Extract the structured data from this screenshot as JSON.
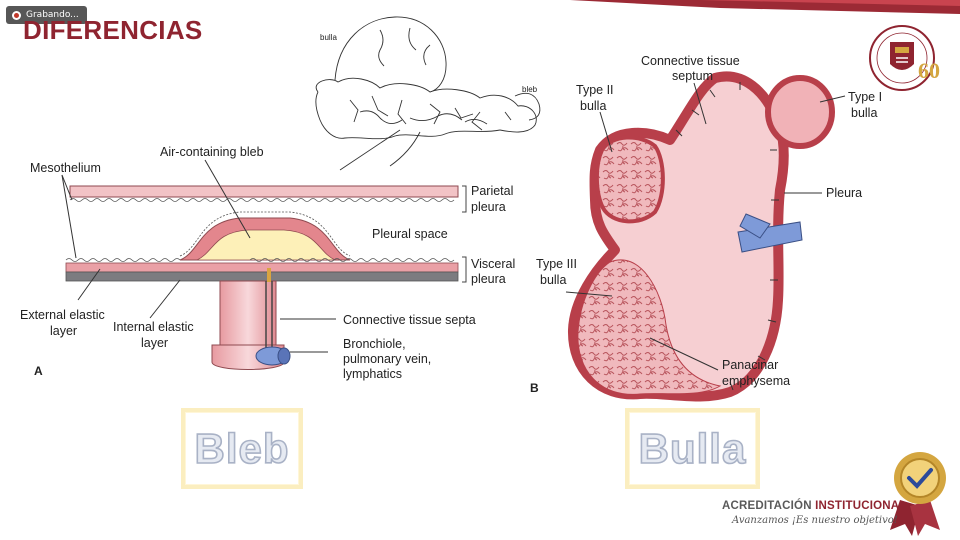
{
  "recording": {
    "label": "Grabando..."
  },
  "slide": {
    "title": "DIFERENCIAS"
  },
  "sketch": {
    "bulla_label": "bulla",
    "bleb_label": "bleb"
  },
  "panel_a": {
    "panel_letter": "A",
    "labels": {
      "mesothelium": "Mesothelium",
      "air_bleb": "Air-containing bleb",
      "parietal_1": "Parietal",
      "parietal_2": "pleura",
      "pleural_space": "Pleural space",
      "visceral_1": "Visceral",
      "visceral_2": "pleura",
      "ext_elastic_1": "External elastic",
      "ext_elastic_2": "layer",
      "int_elastic_1": "Internal elastic",
      "int_elastic_2": "layer",
      "ct_septa": "Connective tissue septa",
      "bronch_1": "Bronchiole,",
      "bronch_2": "pulmonary vein,",
      "bronch_3": "lymphatics"
    }
  },
  "panel_b": {
    "panel_letter": "B",
    "labels": {
      "ct_septum_1": "Connective tissue",
      "ct_septum_2": "septum",
      "type2_1": "Type II",
      "type2_2": "bulla",
      "type1_1": "Type I",
      "type1_2": "bulla",
      "pleura": "Pleura",
      "type3_1": "Type III",
      "type3_2": "bulla",
      "panacinar_1": "Panacinar",
      "panacinar_2": "emphysema"
    }
  },
  "boxes": {
    "bleb": "Bleb",
    "bulla": "Bulla"
  },
  "accreditation": {
    "title_a": "ACREDITACIÓN ",
    "title_b": "INSTITUCIONAL",
    "slogan": "Avanzamos ¡Es nuestro objetivo!"
  },
  "colors": {
    "brand_red": "#8f2430",
    "tissue_pink": "#e88a8f",
    "tissue_light": "#f6cfd2",
    "bleb_fill": "#fdf0b8",
    "vessel_blue": "#7e9ad8",
    "box_border": "#fbeec0"
  },
  "icons": {
    "record": "record-dot-icon",
    "seal": "university-seal-icon",
    "medal": "accreditation-medal-icon"
  }
}
